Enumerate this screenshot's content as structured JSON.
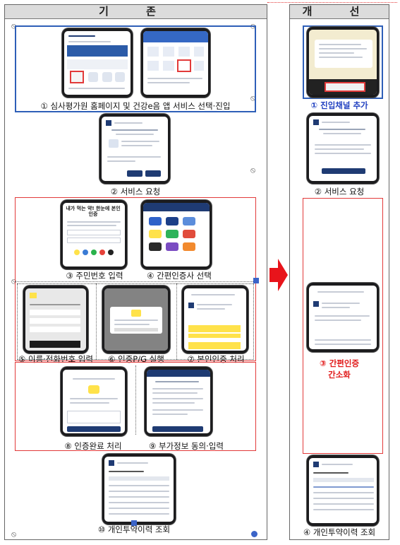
{
  "colors": {
    "accent_blue": "#2e5fb8",
    "accent_red": "#e23a3a",
    "arrow_red": "#e8141b",
    "header_gray": "#dcdcdc"
  },
  "before": {
    "header": "기 존",
    "steps": {
      "s1": "① 심사평가원 홈페이지 및 건강e음 앱 서비스 선택·진입",
      "s2": "② 서비스 요청",
      "s3": "③ 주민번호 입력",
      "s4": "④ 간편인증사 선택",
      "s5": "⑤ 이름·전화번호 입력",
      "s6": "⑥ 인증P/G 실행",
      "s7": "⑦ 본인인증 처리",
      "s8": "⑧ 인증완료 처리",
      "s9": "⑨ 부가정보 동의·입력",
      "s10": "⑩ 개인투약이력 조회"
    }
  },
  "after": {
    "header": "개 선",
    "steps": {
      "s1": "① 진입채널 추가",
      "s2": "② 서비스 요청",
      "s3_line1": "③ 간편인증",
      "s3_line2": "간소화",
      "s4": "④ 개인투약이력 조회"
    }
  },
  "screen_text": {
    "auth_title": "내가 먹는 약! 한눈에 본인인증"
  },
  "icons": {
    "corner_mark": "⦸",
    "arrow": "right-arrow-icon"
  }
}
